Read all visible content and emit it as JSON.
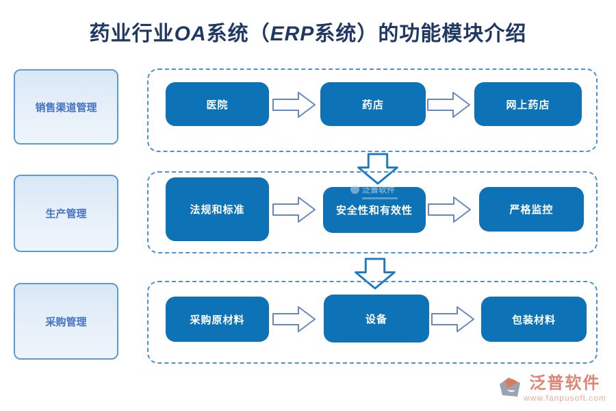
{
  "title": {
    "part1": "药业行业",
    "part2": "OA",
    "part3": "系统（",
    "part4": "ERP",
    "part5": "系统）的功能模块介绍"
  },
  "rows": [
    {
      "label": "销售渠道管理",
      "boxes": [
        "医院",
        "药店",
        "网上药店"
      ]
    },
    {
      "label": "生产管理",
      "boxes": [
        "法规和标准",
        "安全性和有效性",
        "严格监控"
      ],
      "watermark": "泛普软件"
    },
    {
      "label": "采购管理",
      "boxes": [
        "采购原材料",
        "设备",
        "包装材料"
      ]
    }
  ],
  "footer_logo": {
    "name": "泛普软件",
    "url": "www.fanpusoft.com"
  },
  "colors": {
    "node_blue": "#0e73b6",
    "dashed_border": "#4a90d6",
    "title": "#1f3864",
    "sidebar_text": "#4472c4",
    "sidebar_border": "#5b9bd5",
    "right_arrow_outline": "#6488bd",
    "down_arrow_outline": "#1b79c3",
    "logo_text": "#dd8472",
    "logo_url": "#e5a99e"
  }
}
